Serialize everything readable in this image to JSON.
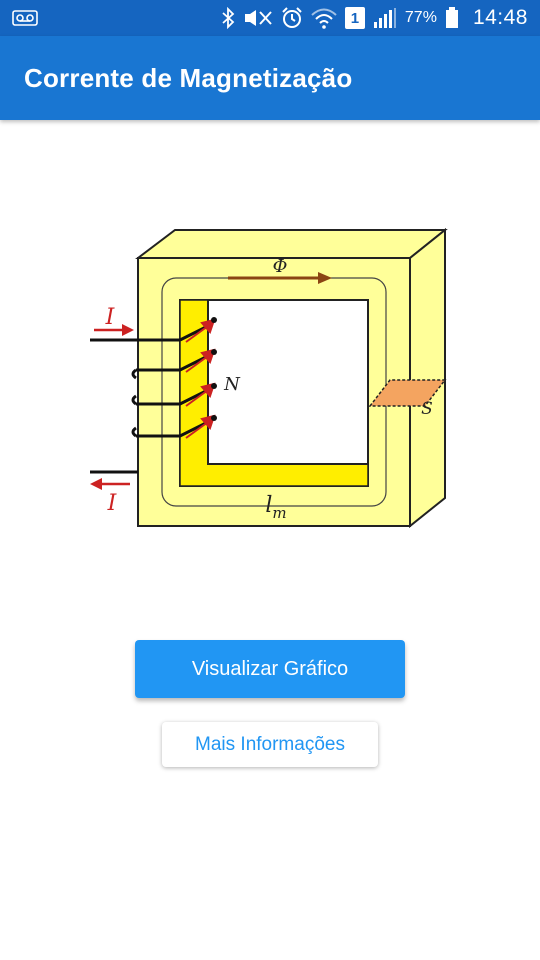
{
  "status_bar": {
    "battery_percent": "77%",
    "time": "14:48",
    "sim_slot": "1",
    "icons": [
      "voicemail-icon",
      "bluetooth-icon",
      "mute-icon",
      "alarm-icon",
      "wifi-icon",
      "sim-icon",
      "signal-icon",
      "battery-icon"
    ]
  },
  "app_bar": {
    "title": "Corrente de Magnetização"
  },
  "diagram": {
    "label_flux": "Φ",
    "label_current": "I",
    "label_turns": "N",
    "label_area": "S",
    "label_length_main": "l",
    "label_length_sub": "m",
    "colors": {
      "core": "#ffff99",
      "winding_side": "#ffee00",
      "arrow": "#cc2222",
      "flux_arrow": "#8b4513",
      "section": "#f4a460"
    }
  },
  "buttons": {
    "visualize_label": "Visualizar Gráfico",
    "more_info_label": "Mais Informações"
  },
  "colors": {
    "status_bar": "#1565c0",
    "app_bar": "#1976d2",
    "accent": "#2196f3"
  }
}
